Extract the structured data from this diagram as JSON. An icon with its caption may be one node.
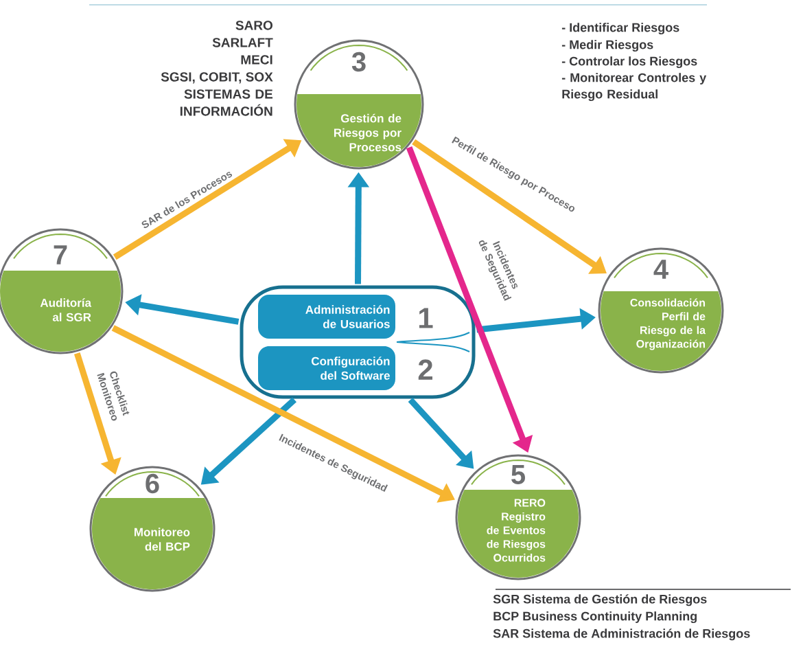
{
  "diagram": {
    "nodes": [
      {
        "text": [],
        "shape": "box"
      },
      {
        "text": [
          "Administración de Usuarios",
          "1"
        ],
        "in": 0
      },
      {
        "text": [
          "Configuración del Software",
          "2"
        ],
        "in": 0
      },
      {
        "text": [
          "3",
          "Gestión de Riesgos por Procesos"
        ]
      },
      {
        "text": [
          "4",
          "Consolidación Perfil de Riesgo de la Organización"
        ]
      },
      {
        "text": [
          "5",
          "RERO Registro de Eventos de Riesgos Ocurridos"
        ]
      },
      {
        "text": [
          "6",
          "Monitoreo del BCP"
        ]
      },
      {
        "text": [
          "7",
          "Auditoría al SGR"
        ]
      }
    ],
    "edges": [
      {
        "from": 0,
        "to": 3,
        "arrow": "to"
      },
      {
        "from": 0,
        "to": 4,
        "arrow": "to"
      },
      {
        "from": 0,
        "to": 5,
        "arrow": "to"
      },
      {
        "from": 0,
        "to": 6,
        "arrow": "to"
      },
      {
        "from": 0,
        "to": 7,
        "arrow": "to"
      },
      {
        "from": 7,
        "to": 3,
        "arrow": "to",
        "label": "SAR de los Procesos",
        "color": "#f6b531"
      },
      {
        "from": 3,
        "to": 4,
        "arrow": "to",
        "label": "Perfil de Riesgo por Proceso",
        "color": "#f6b531"
      },
      {
        "from": 3,
        "to": 5,
        "arrow": "to",
        "label": "Incidentes de Seguridad",
        "color": "#e4278c"
      },
      {
        "from": 7,
        "to": 6,
        "arrow": "to",
        "label": "Checklist Monitoreo",
        "color": "#f6b531"
      },
      {
        "from": 7,
        "to": 5,
        "arrow": "to",
        "label": "Incidentes de Seguridad",
        "color": "#f6b531"
      }
    ],
    "labels": [
      "SARO",
      "SARLAFT",
      "MECI",
      "SGSI, COBIT, SOX",
      "SISTEMAS DE INFORMACIÓN",
      "- Identificar Riesgos",
      "- Medir Riesgos",
      "- Controlar los Riesgos",
      "- Monitorear Controles y Riesgo Residual",
      "SGR Sistema de Gestión de Riesgos",
      "BCP Business Continuity Planning",
      "SAR Sistema de Administración de Riesgos"
    ]
  }
}
